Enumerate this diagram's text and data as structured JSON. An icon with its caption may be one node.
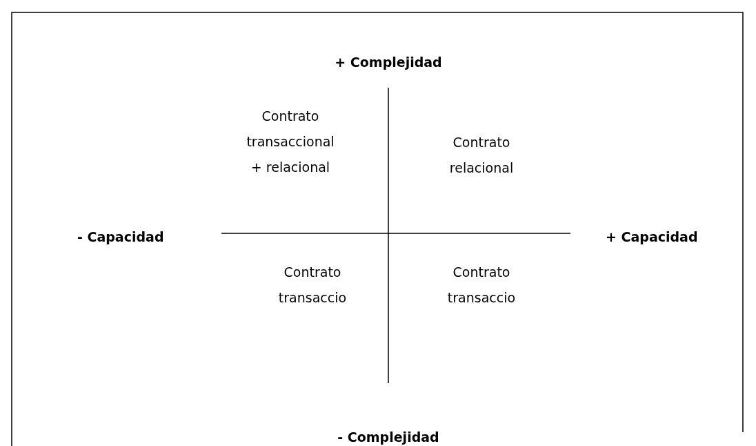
{
  "diagram": {
    "labels": [
      "+ Complejidad",
      "Contrato transaccional + relacional",
      "Contrato relacional",
      "- Capacidad",
      "+ Capacidad",
      "Contrato transaccio",
      "Contrato transaccio",
      "- Complejidad"
    ]
  }
}
